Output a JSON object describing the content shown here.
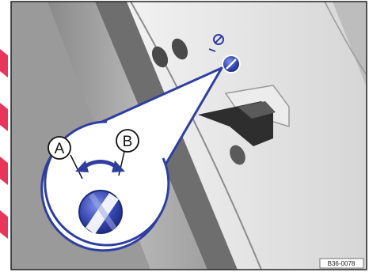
{
  "figure": {
    "callout_labels": {
      "a": "A",
      "b": "B"
    },
    "reference_code": "B36-0078",
    "colors": {
      "panel_background": "#d4d4d4",
      "door_dark": "#7a7a7a",
      "door_light": "#e6e6e6",
      "latch_dark": "#3a3a3a",
      "screw_blue": "#2f3fa0",
      "screw_blue_light": "#6a7ad8",
      "callout_fill": "#ffffff",
      "callout_stroke": "#2f3fa0",
      "side_stripes": "#e8355a"
    },
    "icons": {
      "rotation_arrow": "curved-double-arrow-icon",
      "lock_screw": "childproof-lock-screw-icon",
      "lock_symbol": "child-lock-symbol-icon"
    }
  }
}
